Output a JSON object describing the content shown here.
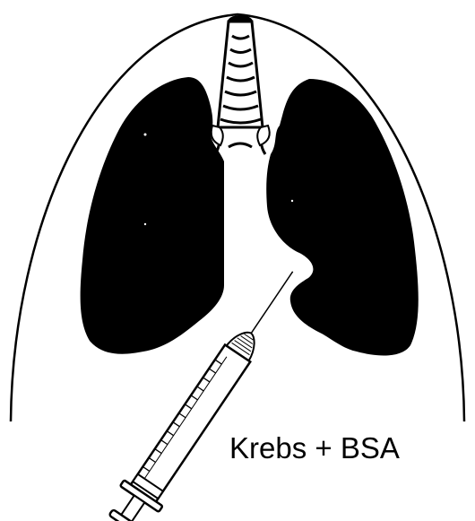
{
  "diagram": {
    "label": "Krebs + BSA",
    "colors": {
      "ink": "#000000",
      "background": "#ffffff"
    },
    "icons": [
      "thoracic-cavity-outline",
      "trachea",
      "left-lung",
      "right-lung",
      "syringe"
    ]
  }
}
